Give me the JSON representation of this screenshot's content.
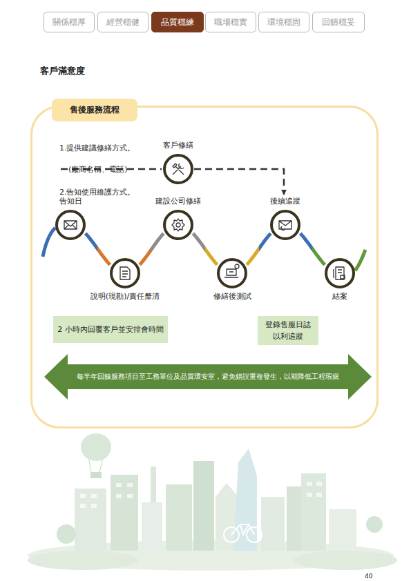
{
  "diagram": {
    "title": "客戶滿意度",
    "nodes": [
      {
        "text": [
          "關係穩厚"
        ]
      },
      {
        "text": [
          "經營穩健"
        ]
      },
      {
        "text": [
          "品質穩練"
        ]
      },
      {
        "text": [
          "職場穩實"
        ]
      },
      {
        "text": [
          "環境穩固"
        ]
      },
      {
        "text": [
          "回饋穩妥"
        ]
      },
      {
        "text": [
          "售後服務流程"
        ]
      },
      {
        "text": [
          "告知日"
        ],
        "in": 6
      },
      {
        "text": [
          "說明(現勘)/責任釐清"
        ],
        "in": 6
      },
      {
        "text": [
          "建設公司修繕"
        ],
        "in": 6
      },
      {
        "text": [
          "修繕後測試"
        ],
        "in": 6
      },
      {
        "text": [
          "後續追蹤"
        ],
        "in": 6
      },
      {
        "text": [
          "結案"
        ],
        "in": 6
      },
      {
        "text": [
          "客戶修繕"
        ],
        "in": 6
      },
      {
        "text": [
          "2 小時內回覆客戶並安排會時間"
        ],
        "in": 6
      },
      {
        "text": [
          "登錄售服日誌 以利追蹤"
        ],
        "in": 6
      },
      {
        "text": [
          "每半年回饋服務項目至工務單位及品質環安室，避免錯誤重複發生，以期降低工程瑕疵"
        ],
        "in": 6
      }
    ],
    "edges": [
      {
        "from": 7,
        "to": 8,
        "arrow": "none"
      },
      {
        "from": 8,
        "to": 9,
        "arrow": "none"
      },
      {
        "from": 9,
        "to": 10,
        "arrow": "none"
      },
      {
        "from": 10,
        "to": 11,
        "arrow": "none"
      },
      {
        "from": 11,
        "to": 12,
        "arrow": "none"
      },
      {
        "from": 13,
        "to": 11,
        "arrow": "to"
      }
    ],
    "labels": [
      "1.提供建議修繕方式。",
      "(廠商名稱、電話)",
      "2.告知使用維護方式。",
      "40"
    ]
  }
}
